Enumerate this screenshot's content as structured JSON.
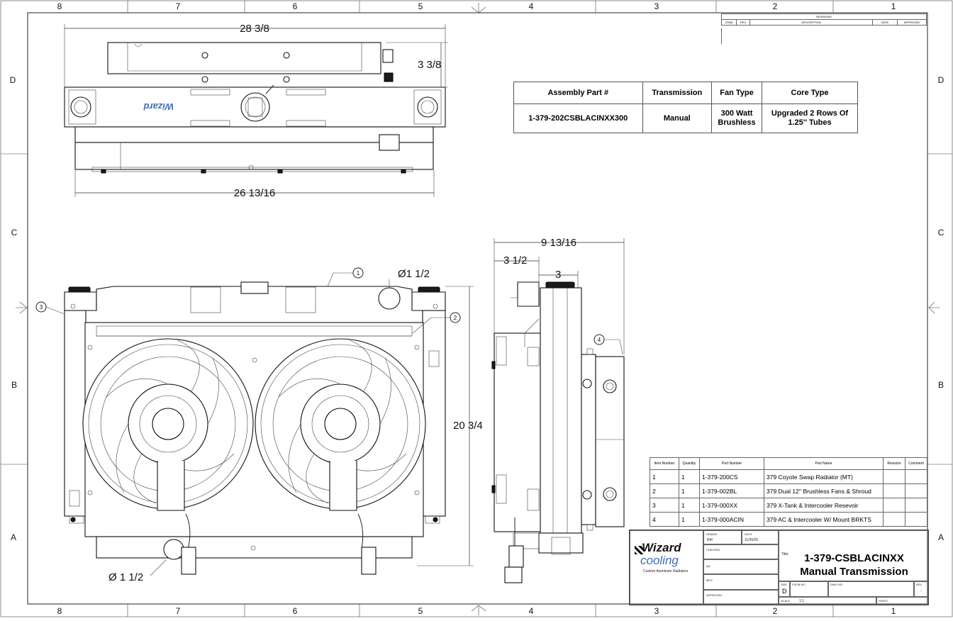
{
  "zones": {
    "columns": [
      "8",
      "7",
      "6",
      "5",
      "4",
      "3",
      "2",
      "1"
    ],
    "rows": [
      "D",
      "C",
      "B",
      "A"
    ]
  },
  "revisions": {
    "title": "REVISIONS",
    "headers": [
      "ZONE",
      "REV",
      "DESCRIPTION",
      "DATE",
      "APPROVED"
    ]
  },
  "spec_table": {
    "headers": [
      "Assembly Part #",
      "Transmission",
      "Fan Type",
      "Core Type"
    ],
    "values": [
      "1-379-202CSBLACINXX300",
      "Manual",
      "300 Watt Brushless",
      "Upgraded 2 Rows Of 1.25'' Tubes"
    ]
  },
  "dimensions": {
    "top_width": "28 3/8",
    "top_height": "3 3/8",
    "top_core": "26 13/16",
    "front_height": "20 3/4",
    "side_depth": "9 13/16",
    "side_a": "3 1/2",
    "side_b": "3",
    "inlet": "Ø1 1/2",
    "outlet": "Ø 1 1/2"
  },
  "balloons": [
    "1",
    "2",
    "3",
    "4"
  ],
  "bom": {
    "headers": [
      "Item Number",
      "Quantity",
      "Part Number",
      "Part Name",
      "Revision",
      "Comment"
    ],
    "rows": [
      [
        "1",
        "1",
        "1-379-200CS",
        "379 Coyote Swap Radiator (MT)",
        "",
        ""
      ],
      [
        "2",
        "1",
        "1-379-002BL",
        "379 Dual 12'' Brushless Fans & Shroud",
        "",
        ""
      ],
      [
        "3",
        "1",
        "1-379-000XX",
        "379 X-Tank & Intercooler Resevoir",
        "",
        ""
      ],
      [
        "4",
        "1",
        "1-379-000ACIN",
        "379 AC & Intercooler W/ Mount BRKTS",
        "",
        ""
      ]
    ]
  },
  "title_block": {
    "logo_top": "Wizard",
    "logo_bottom": "cooling",
    "logo_caption": "Custom Aluminum Radiators",
    "drawn_label": "DRAWN",
    "drawn_value": "RM",
    "date_label": "DATE",
    "date_value": "11/26/25",
    "checked_label": "CHECKED",
    "qa_label": "QA",
    "mfg_label": "MFG",
    "approved_label": "APPROVED",
    "title_label": "Title:",
    "title_line1": "1-379-CSBLACINXX",
    "title_line2": "Manual Transmission",
    "size_label": "SIZE",
    "size_value": "D",
    "fscm_label": "FSCM NO.",
    "dwg_label": "DWG NO.",
    "rev_label": "REV",
    "rev_value": "-",
    "scale_label": "SCALE",
    "scale_value": "1:1",
    "sheet_label": "SHEET"
  },
  "colors": {
    "line": "#222222",
    "paper": "#ffffff",
    "logo_blue": "#3b6fb6"
  }
}
